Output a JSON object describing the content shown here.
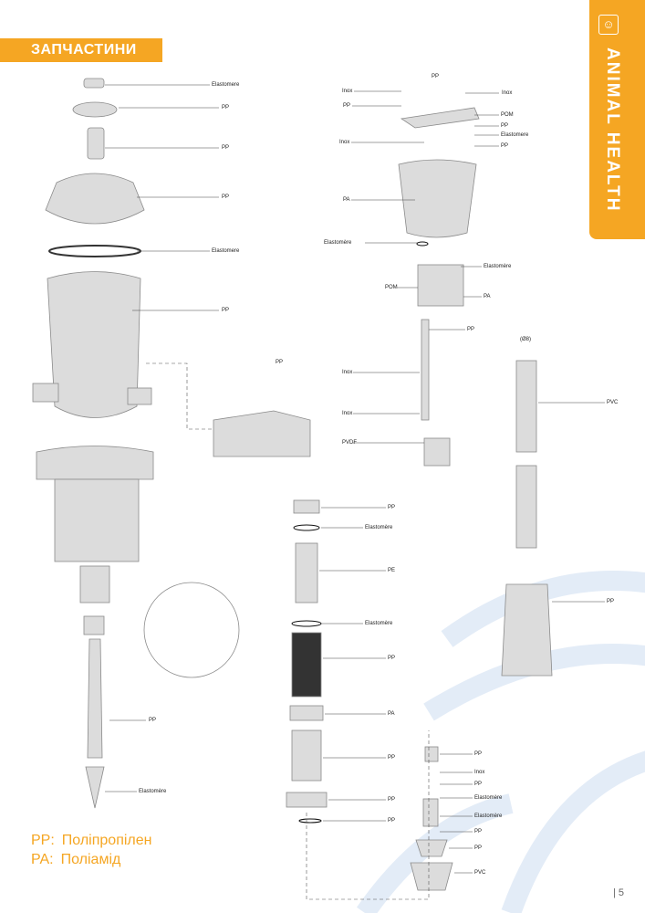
{
  "header": {
    "title": "ЗАПЧАСТИНИ"
  },
  "side_tab": {
    "brand": "ANIMAL HEALTH",
    "logo_icon": "animal-head-icon"
  },
  "labels": [
    "Elastomere",
    "PP",
    "PP",
    "PP",
    "Elastomere",
    "PP",
    "PP",
    "PP",
    "Elastomère",
    "PP",
    "Inox",
    "Inox",
    "PP",
    "POM",
    "PP",
    "Elastomere",
    "PP",
    "Inox",
    "PA",
    "Elastomère",
    "Elastomère",
    "POM",
    "PA",
    "PP",
    "Inox",
    "Inox",
    "PVDF",
    "(Ø8)",
    "PVC",
    "PP",
    "PP",
    "Elastomère",
    "PE",
    "Elastomère",
    "PP",
    "PA",
    "PP",
    "PP",
    "PP",
    "PP",
    "Inox",
    "PP",
    "Elastomère",
    "Elastomère",
    "PP",
    "PP",
    "PVC"
  ],
  "legend": [
    {
      "code": "PP:",
      "text": "Поліпропілен"
    },
    {
      "code": "PA:",
      "text": "Поліамід"
    }
  ],
  "page_number": "| 5",
  "colors": {
    "accent": "#f5a623",
    "part": "#d9d9d9",
    "watermark": "#dfe9f5"
  }
}
